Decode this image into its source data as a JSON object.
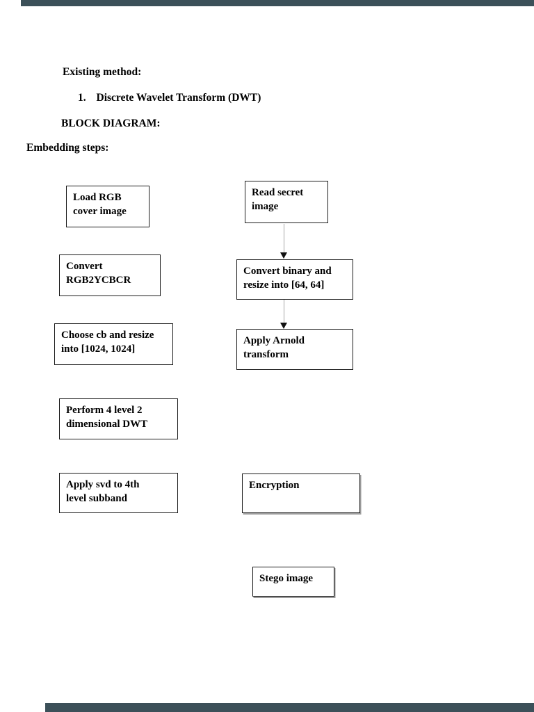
{
  "document": {
    "headings": {
      "existing_method": "Existing method:",
      "list_number": "1.",
      "list_item": "Discrete Wavelet Transform (DWT)",
      "block_diagram": "BLOCK DIAGRAM:",
      "embedding_steps": "Embedding steps:"
    },
    "flowchart": {
      "left_column": [
        {
          "label": "Load RGB cover image"
        },
        {
          "label": "Convert RGB2YCBCR"
        },
        {
          "label": "Choose cb and resize into [1024, 1024]"
        },
        {
          "label": "Perform 4 level 2 dimensional DWT"
        },
        {
          "label": "Apply svd to 4th level subband"
        }
      ],
      "right_column": [
        {
          "label": "Read secret image"
        },
        {
          "label": "Convert binary and resize into [64, 64]"
        },
        {
          "label": "Apply Arnold transform"
        },
        {
          "label": "Encryption"
        },
        {
          "label": "Stego image"
        }
      ],
      "arrows": [
        {
          "from": "Read secret image",
          "to": "Convert binary and resize into [64, 64]"
        },
        {
          "from": "Convert binary and resize into [64, 64]",
          "to": "Apply Arnold transform"
        }
      ]
    },
    "colors": {
      "viewer_bar": "#3c5059",
      "box_border": "#1a1a1a",
      "text": "#000000",
      "arrow_line": "#a6a6a6",
      "arrow_head": "#111111"
    }
  }
}
